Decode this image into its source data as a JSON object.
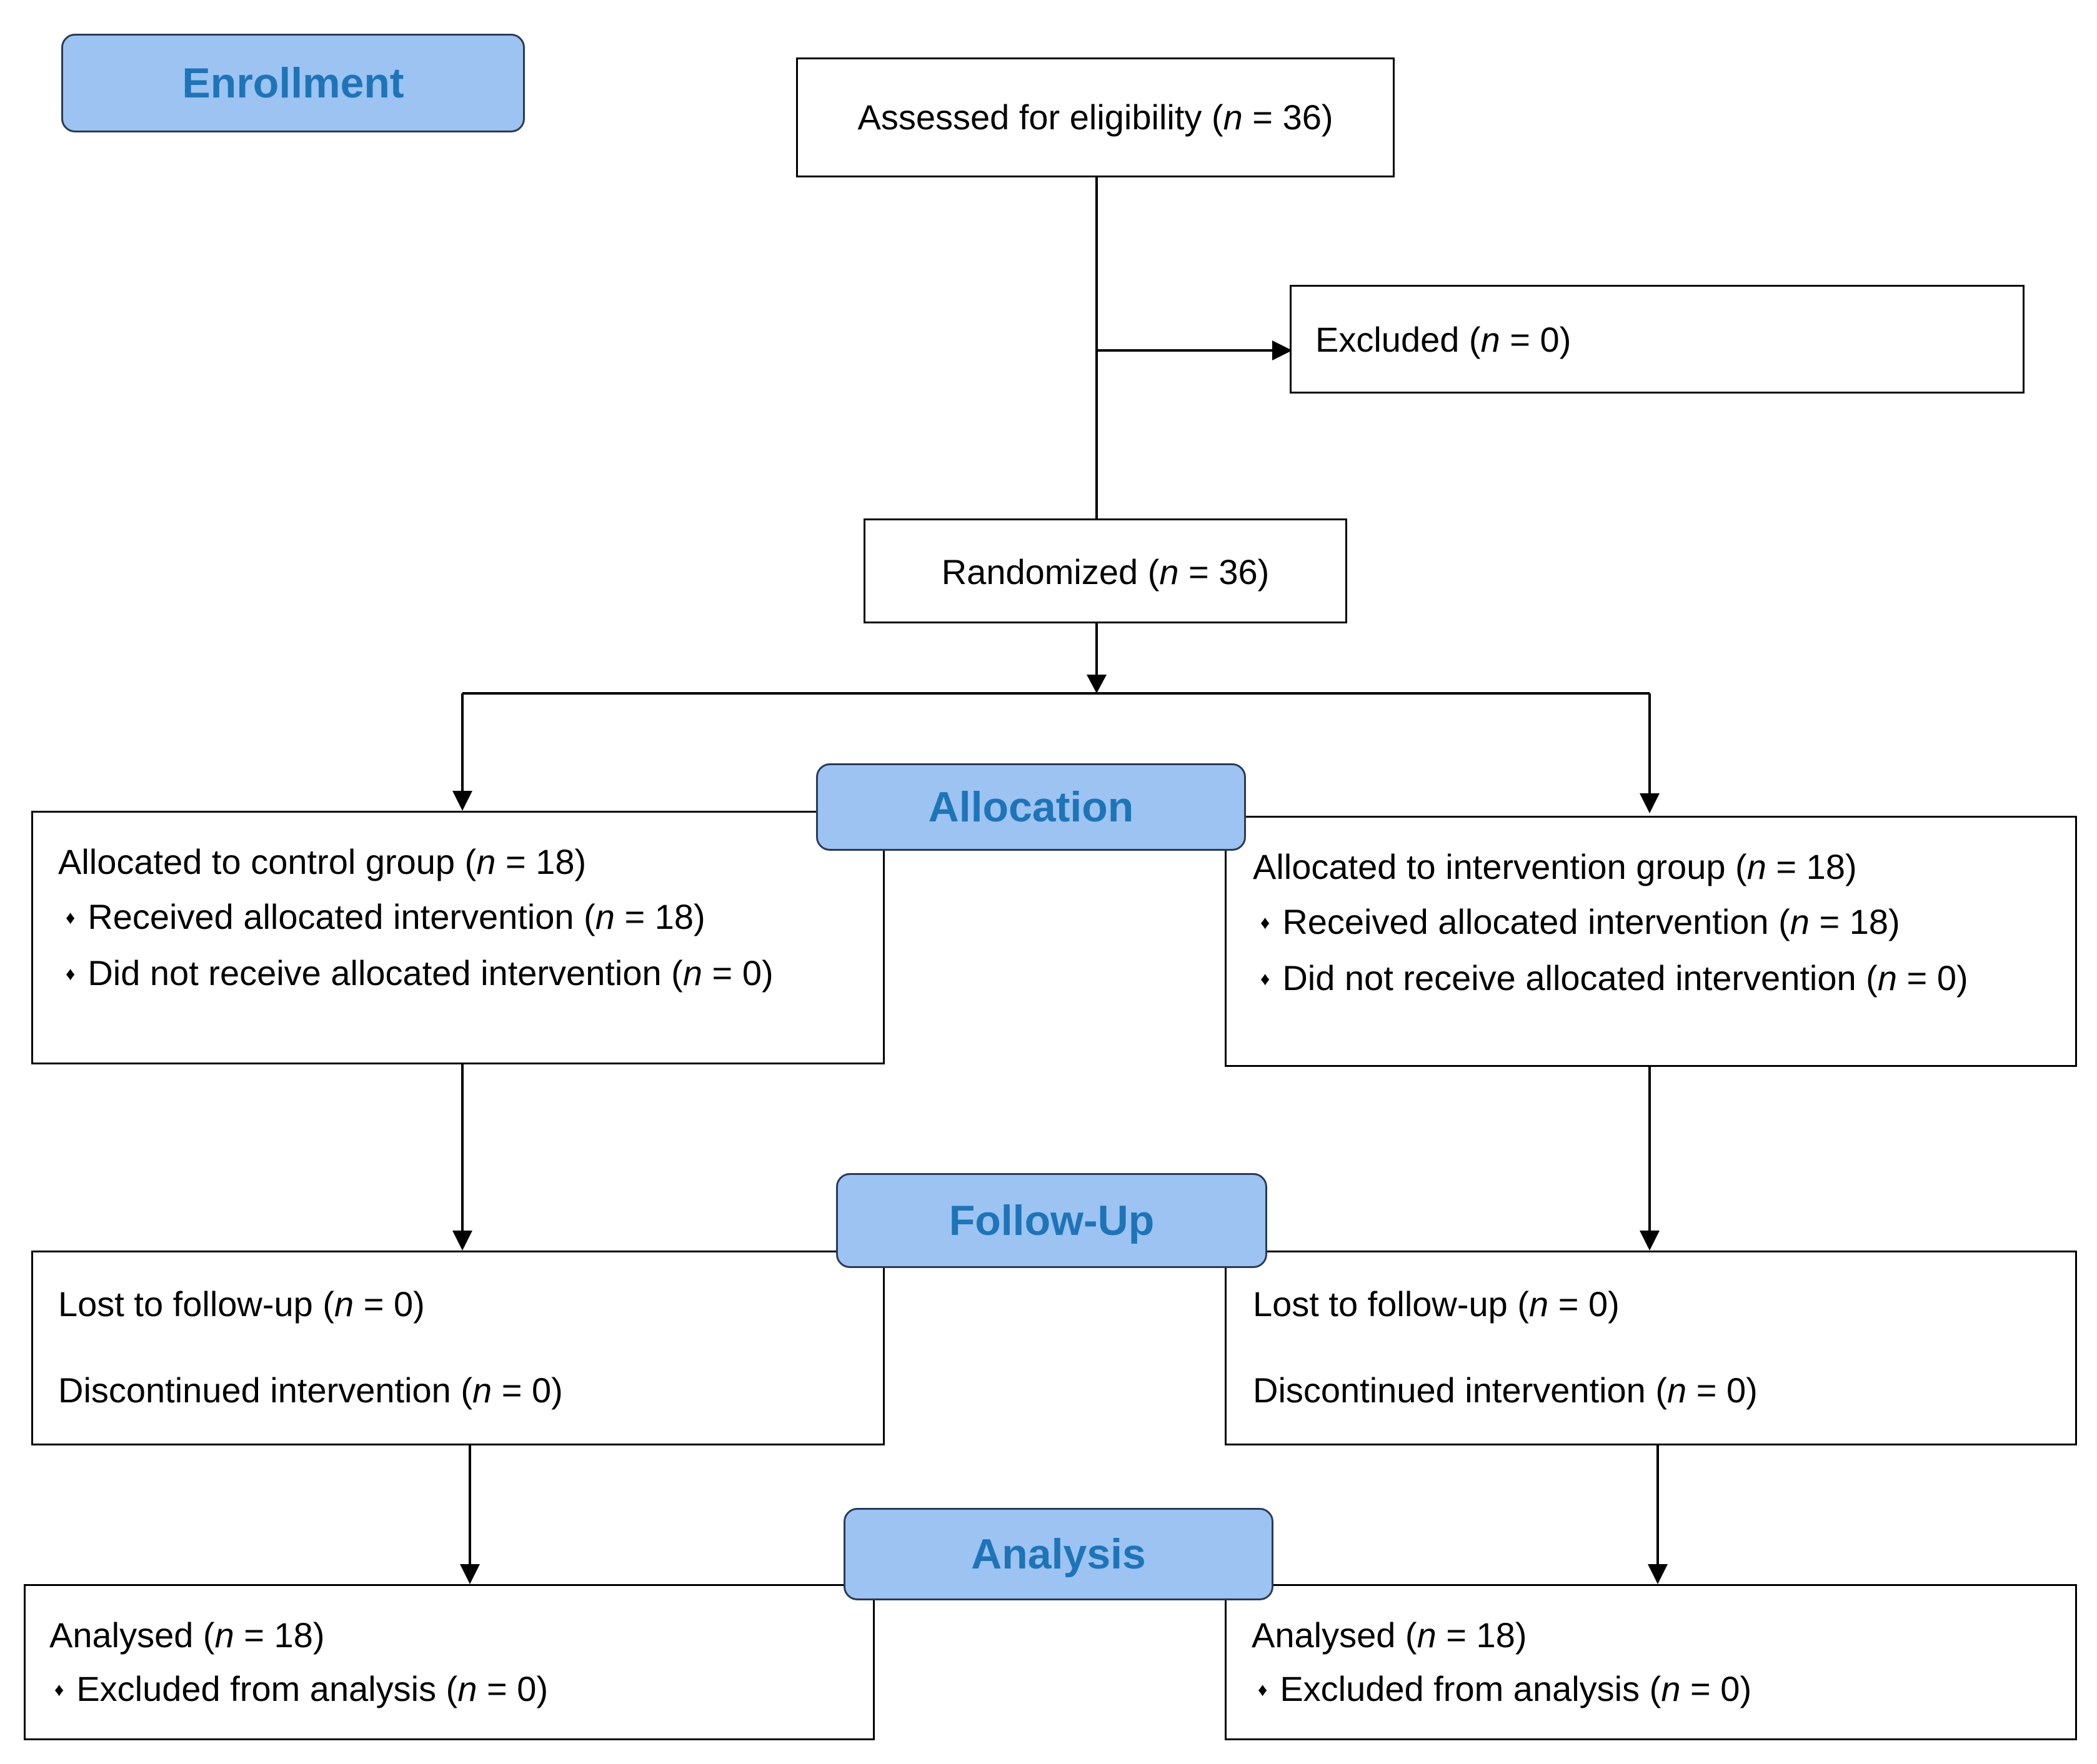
{
  "stages": {
    "enrollment": "Enrollment",
    "allocation": "Allocation",
    "follow_up": "Follow-Up",
    "analysis": "Analysis"
  },
  "n_symbol": "n",
  "bullet_symbol": "♦",
  "enrollment": {
    "assessed": {
      "prefix": "Assessed for eligibility (",
      "suffix": " = 36)"
    },
    "excluded": {
      "prefix": "Excluded (",
      "suffix": " = 0)"
    },
    "randomized": {
      "prefix": "Randomized (",
      "suffix": " = 36)"
    }
  },
  "control": {
    "allocated": {
      "prefix": "Allocated to control group (",
      "suffix": " = 18)"
    },
    "received": {
      "prefix": "Received allocated intervention (",
      "suffix": " = 18)"
    },
    "not_received": {
      "prefix": "Did not receive allocated intervention (",
      "suffix": " = 0)"
    },
    "lost": {
      "prefix": "Lost to follow-up (",
      "suffix": " = 0)"
    },
    "discontinued": {
      "prefix": "Discontinued intervention (",
      "suffix": " = 0)"
    },
    "analysed": {
      "prefix": "Analysed  (",
      "suffix": " = 18)"
    },
    "excluded_analysis": {
      "prefix": "Excluded from analysis (",
      "suffix": " = 0)"
    }
  },
  "intervention": {
    "allocated": {
      "prefix": "Allocated to intervention group (",
      "suffix": " = 18)"
    },
    "received": {
      "prefix": "Received allocated intervention (",
      "suffix": " = 18)"
    },
    "not_received": {
      "prefix": "Did not receive allocated intervention (",
      "suffix": " = 0)"
    },
    "lost": {
      "prefix": "Lost to follow-up (",
      "suffix": " = 0)"
    },
    "discontinued": {
      "prefix": "Discontinued intervention (",
      "suffix": " = 0)"
    },
    "analysed": {
      "prefix": "Analysed  (",
      "suffix": " = 18)"
    },
    "excluded_analysis": {
      "prefix": "Excluded from analysis (",
      "suffix": " = 0)"
    }
  },
  "colors": {
    "stage_fill": "#9cc3f2",
    "stage_text": "#1f74b8",
    "stage_border": "#2a3a55",
    "line": "#000000"
  }
}
